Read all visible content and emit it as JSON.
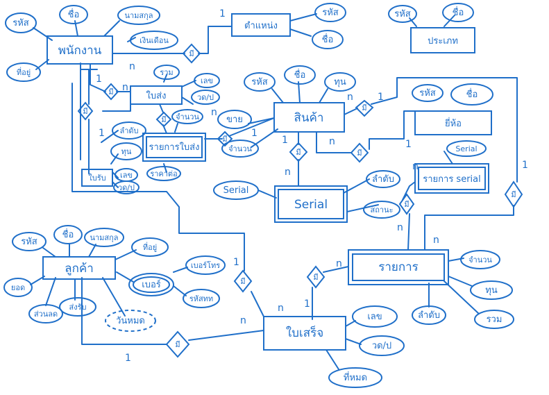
{
  "entities": {
    "employee": "พนักงาน",
    "position": "ตำแหน่ง",
    "category": "ประเภท",
    "product": "สินค้า",
    "brand": "ยี่ห้อ",
    "serial": "Serial",
    "customer": "ลูกค้า",
    "items": "รายการ",
    "invoice": "ใบเสร็จ",
    "receipt": "ใบส่ง",
    "receipt_item": "รายการใบส่ง",
    "serial_item": "รายการ serial",
    "voucher": "ใบรับ"
  },
  "attributes": {
    "id": "รหัส",
    "name": "ชื่อ",
    "surname": "นามสกุล",
    "address": "ที่อยู่",
    "salary": "เงินเดือน",
    "cost": "ทุน",
    "sell": "ขาย",
    "qty": "จำนวน",
    "total": "รวม",
    "number": "เลข",
    "date": "วด/ป",
    "order": "ลำดับ",
    "status": "สถานะ",
    "phone": "เบอร์",
    "mobile": "เบอร์โทร",
    "tel_code": "รหัสทท",
    "due": "วันหมด",
    "sub": "ส่วนลด",
    "balance": "ยอด",
    "expire": "ที่หมด",
    "unit_price": "ราคาต่อ",
    "received": "ส่งรับ",
    "serial_attr": "Serial"
  },
  "relationship": "มี",
  "cardinalities": {
    "one": "1",
    "many": "n"
  }
}
